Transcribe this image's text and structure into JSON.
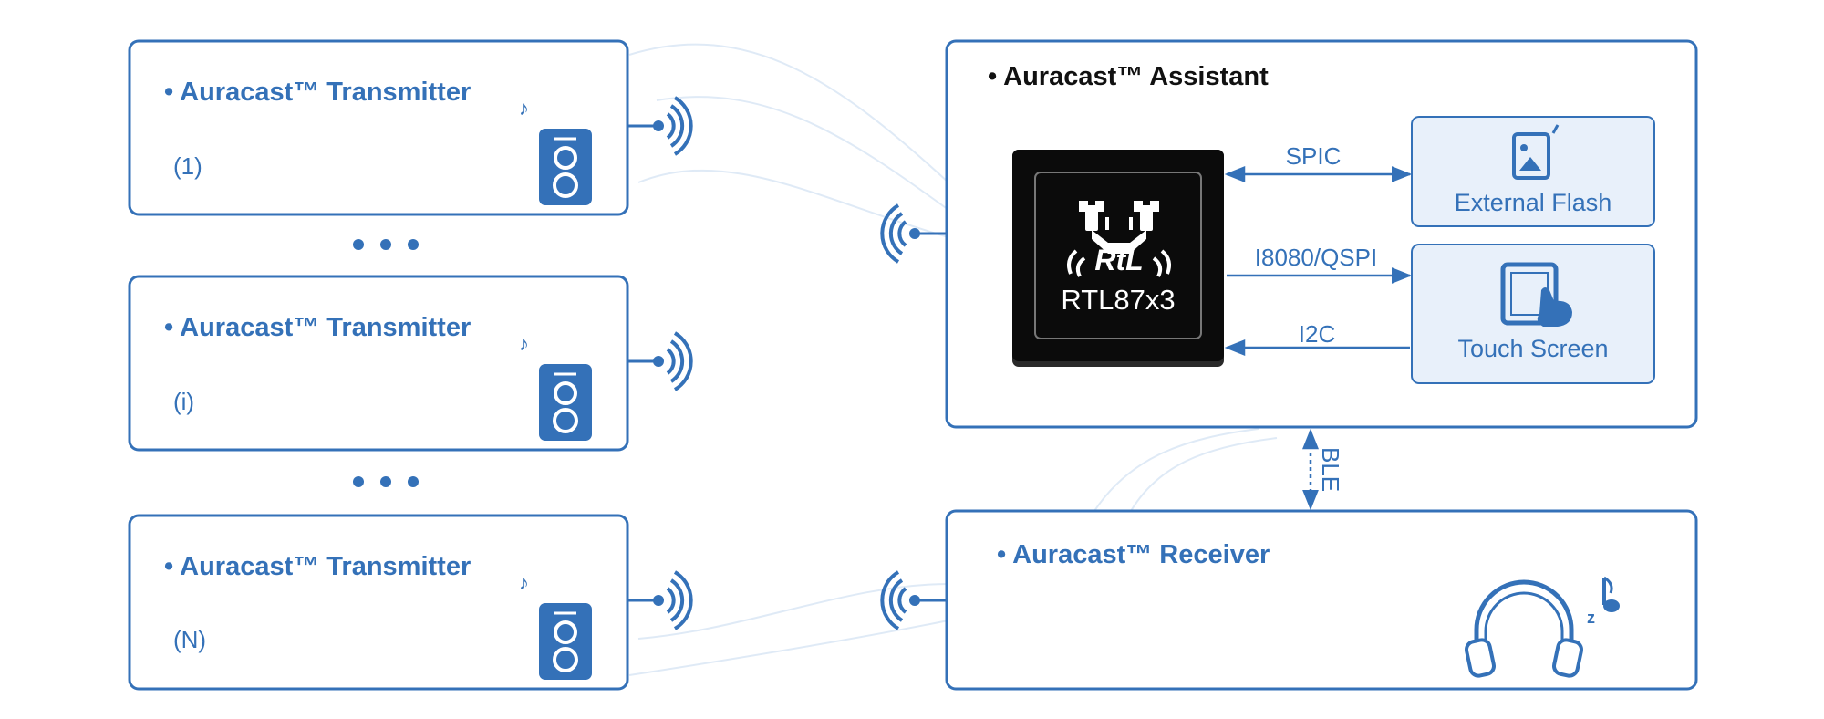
{
  "transmitters": [
    {
      "title": "• Auracast™ Transmitter",
      "index": "(1)"
    },
    {
      "title": "• Auracast™ Transmitter",
      "index": "(i)"
    },
    {
      "title": "• Auracast™ Transmitter",
      "index": "(N)"
    }
  ],
  "assistant": {
    "title": "• Auracast™ Assistant",
    "chip_label": "RTL87x3",
    "links": {
      "spic": "SPIC",
      "i8080": "I8080/QSPI",
      "i2c": "I2C"
    },
    "peripherals": {
      "flash": "External Flash",
      "touch": "Touch Screen"
    }
  },
  "receiver": {
    "title": "• Auracast™ Receiver"
  },
  "ble_label": "BLE",
  "colors": {
    "primary": "#3471b8",
    "chip_bg": "#0b0b0b",
    "peripheral_fill": "#e8f0fa"
  }
}
